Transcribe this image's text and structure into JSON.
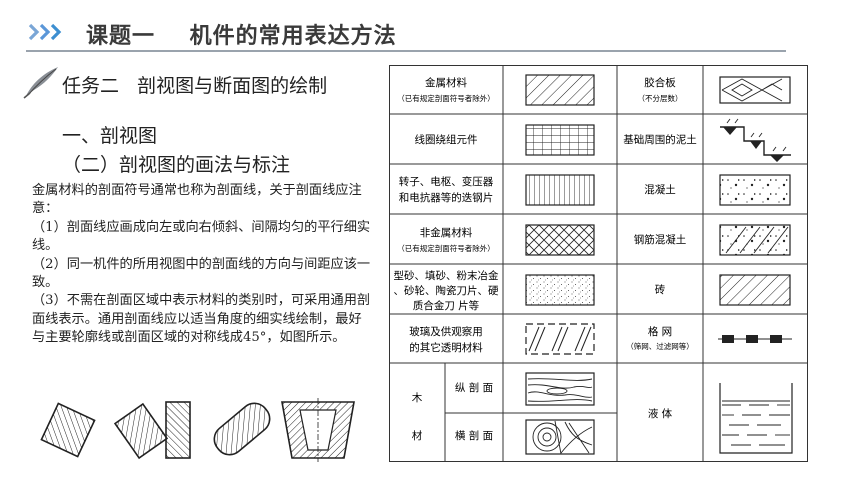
{
  "header": {
    "lesson_title": "课题一    机件的常用表达方法",
    "accent_color": "#3d8fd1"
  },
  "task": {
    "title": "任务二   剖视图与断面图的绘制",
    "icon": "feather-quill-icon"
  },
  "section1": "一、剖视图",
  "section2": "（二）剖视图的画法与标注",
  "paragraph": [
    "金属材料的剖面符号通常也称为剖面线，关于剖面线应注意：",
    "（1）剖面线应画成向左或向右倾斜、间隔均匀的平行细实线。",
    "（2）同一机件的所用视图中的剖面线的方向与间距应该一致。",
    "（3）不需在剖面区域中表示材料的类别时，可采用通用剖面线表示。通用剖面线应以适当角度的细实线绘制，最好与主要轮廓线或剖面区域的对称线成45°，如图所示。"
  ],
  "table": {
    "left_rows": [
      {
        "label": "金属材料",
        "sub": "（已有规定剖面符号者除外）",
        "pattern": "hatch-45"
      },
      {
        "label": "线圈绕组元件",
        "sub": "",
        "pattern": "grid"
      },
      {
        "label": "转子、电枢、变压器",
        "label2": "和电抗器等的迭钢片",
        "pattern": "vertical-lines"
      },
      {
        "label": "非金属材料",
        "sub": "（已有规定剖面符号者除外）",
        "pattern": "cross-hatch"
      },
      {
        "label": "型砂、填砂、粉末冶金",
        "label2": "、砂轮、陶瓷刀片、硬",
        "label3": "质合金刀          片等",
        "pattern": "dots"
      },
      {
        "label": "玻璃及供观察用",
        "label2": "的其它透明材料",
        "pattern": "glass"
      }
    ],
    "wood": {
      "left_label_top": "木",
      "left_label_bottom": "材",
      "longitudinal": "纵 剖 面",
      "transverse": "横 剖 面"
    },
    "right_rows": [
      {
        "label": "胶合板",
        "sub": "（不分层数）",
        "pattern": "plywood"
      },
      {
        "label": "基础周围的泥土",
        "sub": "",
        "pattern": "soil"
      },
      {
        "label": "混凝土",
        "sub": "",
        "pattern": "concrete"
      },
      {
        "label": "钢筋混凝土",
        "sub": "",
        "pattern": "reinforced-concrete"
      },
      {
        "label": "砖",
        "sub": "",
        "pattern": "brick"
      },
      {
        "label": "格    网",
        "sub": "（筛网、过滤网等）",
        "pattern": "mesh"
      },
      {
        "label": "液    体",
        "sub": "",
        "pattern": "liquid"
      }
    ]
  }
}
